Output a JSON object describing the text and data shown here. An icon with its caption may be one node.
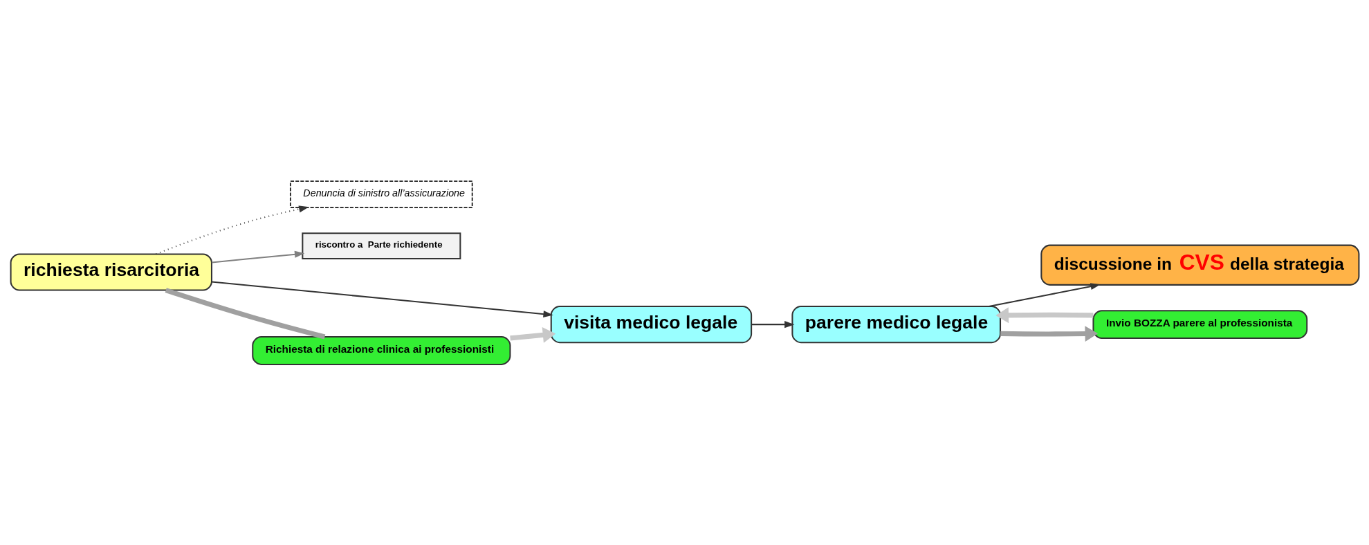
{
  "diagram": {
    "nodes": [
      {
        "text": [
          "Denuncia di sinistro all’assicurazione"
        ]
      },
      {
        "text": [
          "riscontro a  Parte richiedente"
        ]
      },
      {
        "text": [
          "richiesta risarcitoria"
        ]
      },
      {
        "text": [
          "visita medico legale"
        ]
      },
      {
        "text": [
          "parere medico legale"
        ]
      },
      {
        "text": [
          "discussione in **CVS** della strategia"
        ]
      },
      {
        "text": [
          "Richiesta di relazione clinica ai professionisti"
        ]
      },
      {
        "text": [
          "Invio BOZZA parere al professionista"
        ]
      }
    ],
    "edges": [
      {
        "from": 2,
        "to": 0,
        "arrow": "to",
        "style": "dashed"
      },
      {
        "from": 2,
        "to": 1,
        "arrow": "to",
        "color": "#808080"
      },
      {
        "from": 2,
        "to": 3,
        "arrow": "to"
      },
      {
        "from": 3,
        "to": 4,
        "arrow": "to"
      },
      {
        "from": 4,
        "to": 5,
        "arrow": "to"
      },
      {
        "from": 2,
        "to": 6,
        "arrow": "none",
        "style": "thick",
        "color": "#a0a0a0"
      },
      {
        "from": 6,
        "to": 3,
        "arrow": "to",
        "style": "thick",
        "color": "#c8c8c8"
      },
      {
        "from": 4,
        "to": 7,
        "arrow": "to",
        "style": "thick",
        "color": "#a0a0a0"
      },
      {
        "from": 7,
        "to": 4,
        "arrow": "to",
        "style": "thick",
        "color": "#c8c8c8"
      }
    ]
  }
}
